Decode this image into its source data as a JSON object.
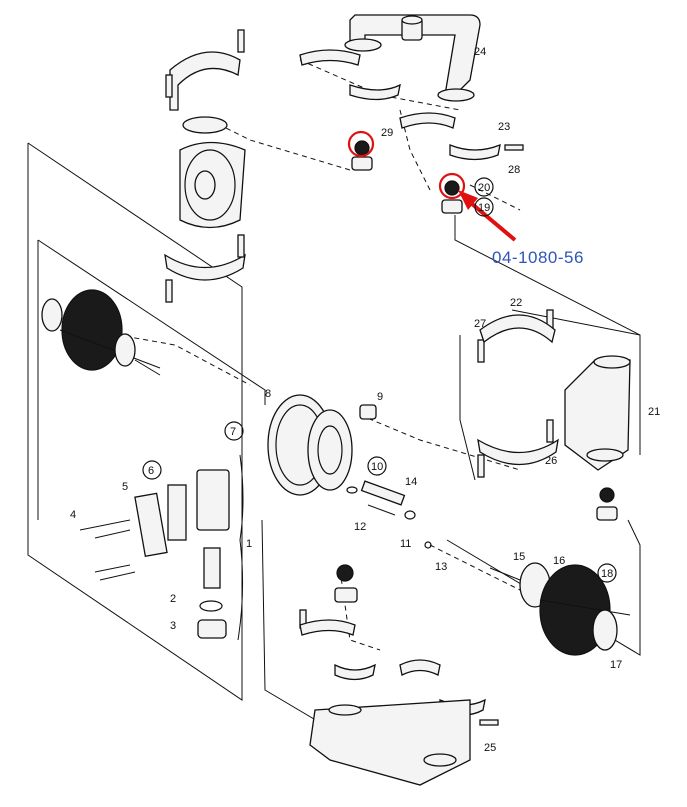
{
  "callout": {
    "part_number": "04-1080-56"
  },
  "labels": {
    "l1": "1",
    "l2": "2",
    "l3": "3",
    "l4": "4",
    "l5": "5",
    "l6": "6",
    "l7": "7",
    "l8": "8",
    "l9": "9",
    "l10": "10",
    "l11": "11",
    "l12": "12",
    "l13": "13",
    "l14": "14",
    "l15": "15",
    "l16": "16",
    "l17": "17",
    "l18": "18",
    "l19": "19",
    "l20": "20",
    "l21": "21",
    "l22": "22",
    "l23": "23",
    "l24": "24",
    "l25": "25",
    "l26": "26",
    "l27": "27",
    "l28": "28",
    "l29": "29"
  },
  "circled_labels": [
    "6",
    "7",
    "10",
    "18",
    "19",
    "20"
  ],
  "colors": {
    "highlight": "#e01010",
    "callout_text": "#2f55b8",
    "line": "#111111"
  }
}
